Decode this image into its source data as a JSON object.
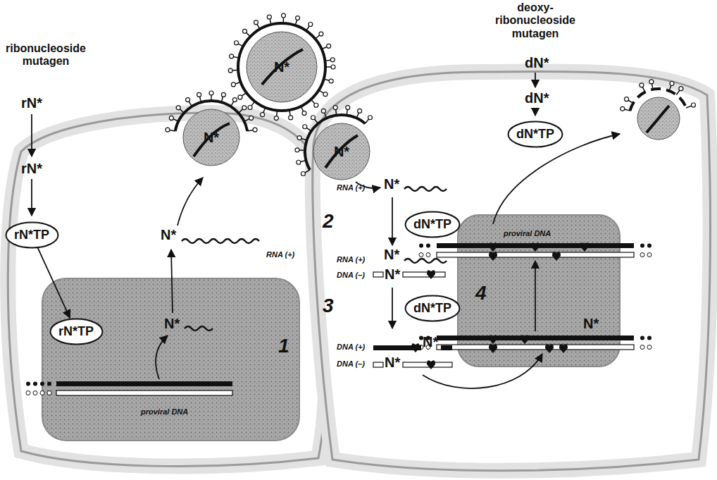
{
  "diagram": {
    "nodes": [
      {
        "text": [
          "1",
          "proviral DNA"
        ]
      },
      {
        "text": [
          "rN*TP"
        ]
      },
      {
        "text": [
          "rN*TP"
        ],
        "in": 0
      },
      {
        "text": [
          "N*"
        ]
      },
      {
        "text": [
          "N*"
        ]
      },
      {
        "text": [
          "N*"
        ]
      },
      {
        "text": [
          "dN*TP"
        ]
      },
      {
        "text": [
          "dN*TP"
        ]
      },
      {
        "text": [
          "dN*TP"
        ]
      },
      {
        "text": [
          "4",
          "proviral DNA"
        ]
      }
    ],
    "edges": [
      {
        "from": 1,
        "to": 2,
        "arrow": "to"
      }
    ],
    "labels": [
      "ribonucleoside mutagen",
      "rN*",
      "rN*",
      "N*",
      "N*",
      "RNA (+)",
      "deoxy- ribonucleoside mutagen",
      "dN*",
      "dN*",
      "RNA (+)",
      "N*",
      "2",
      "RNA (+)",
      "N*",
      "DNA (–)",
      "N*",
      "3",
      "DNA (+)",
      "N*",
      "DNA (–)",
      "N*",
      "N*"
    ]
  }
}
